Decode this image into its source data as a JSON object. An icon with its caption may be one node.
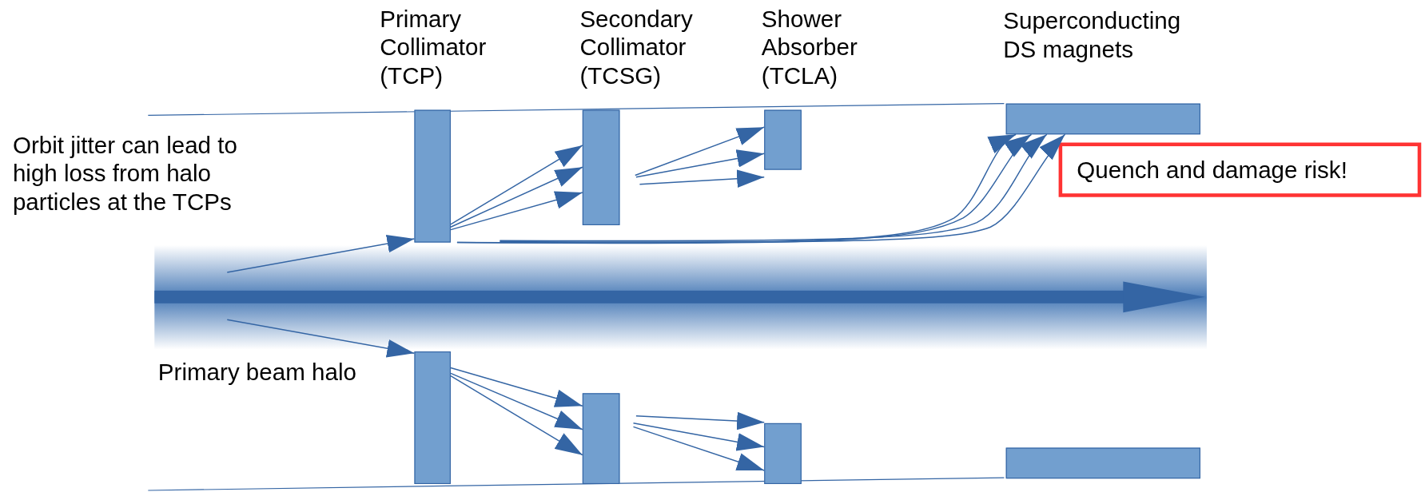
{
  "diagram": {
    "nodes": [
      {
        "text": [
          "Primary Collimator (TCP)"
        ]
      },
      {
        "text": [
          "Secondary Collimator (TCSG)"
        ]
      },
      {
        "text": [
          "Shower Absorber (TCLA)"
        ]
      },
      {
        "text": [
          "Superconducting DS magnets"
        ]
      },
      {
        "text": [
          "Quench and damage risk!"
        ]
      },
      {
        "text": [
          "Orbit jitter can lead to high loss from halo particles at the TCPs"
        ]
      },
      {
        "text": [
          "Primary beam halo"
        ]
      },
      {
        "text": [],
        "shape": "bar"
      },
      {
        "text": [],
        "shape": "bar"
      },
      {
        "text": [],
        "shape": "bar"
      },
      {
        "text": [],
        "shape": "bar"
      }
    ],
    "edges": [
      {
        "from": null,
        "to": 0,
        "arrow": "to"
      },
      {
        "from": null,
        "to": 7,
        "arrow": "to"
      },
      {
        "from": 0,
        "to": 1,
        "arrow": "to"
      },
      {
        "from": 0,
        "to": 1,
        "arrow": "to"
      },
      {
        "from": 0,
        "to": 1,
        "arrow": "to"
      },
      {
        "from": 1,
        "to": 2,
        "arrow": "to"
      },
      {
        "from": 1,
        "to": 2,
        "arrow": "to"
      },
      {
        "from": 1,
        "to": 2,
        "arrow": "to"
      },
      {
        "from": 0,
        "to": 3,
        "arrow": "to"
      },
      {
        "from": 0,
        "to": 3,
        "arrow": "to"
      },
      {
        "from": 0,
        "to": 3,
        "arrow": "to"
      },
      {
        "from": 0,
        "to": 3,
        "arrow": "to"
      },
      {
        "from": 7,
        "to": 8,
        "arrow": "to"
      },
      {
        "from": 7,
        "to": 8,
        "arrow": "to"
      },
      {
        "from": 7,
        "to": 8,
        "arrow": "to"
      },
      {
        "from": 8,
        "to": 9,
        "arrow": "to"
      },
      {
        "from": 8,
        "to": 9,
        "arrow": "to"
      },
      {
        "from": 8,
        "to": 9,
        "arrow": "to"
      }
    ]
  }
}
